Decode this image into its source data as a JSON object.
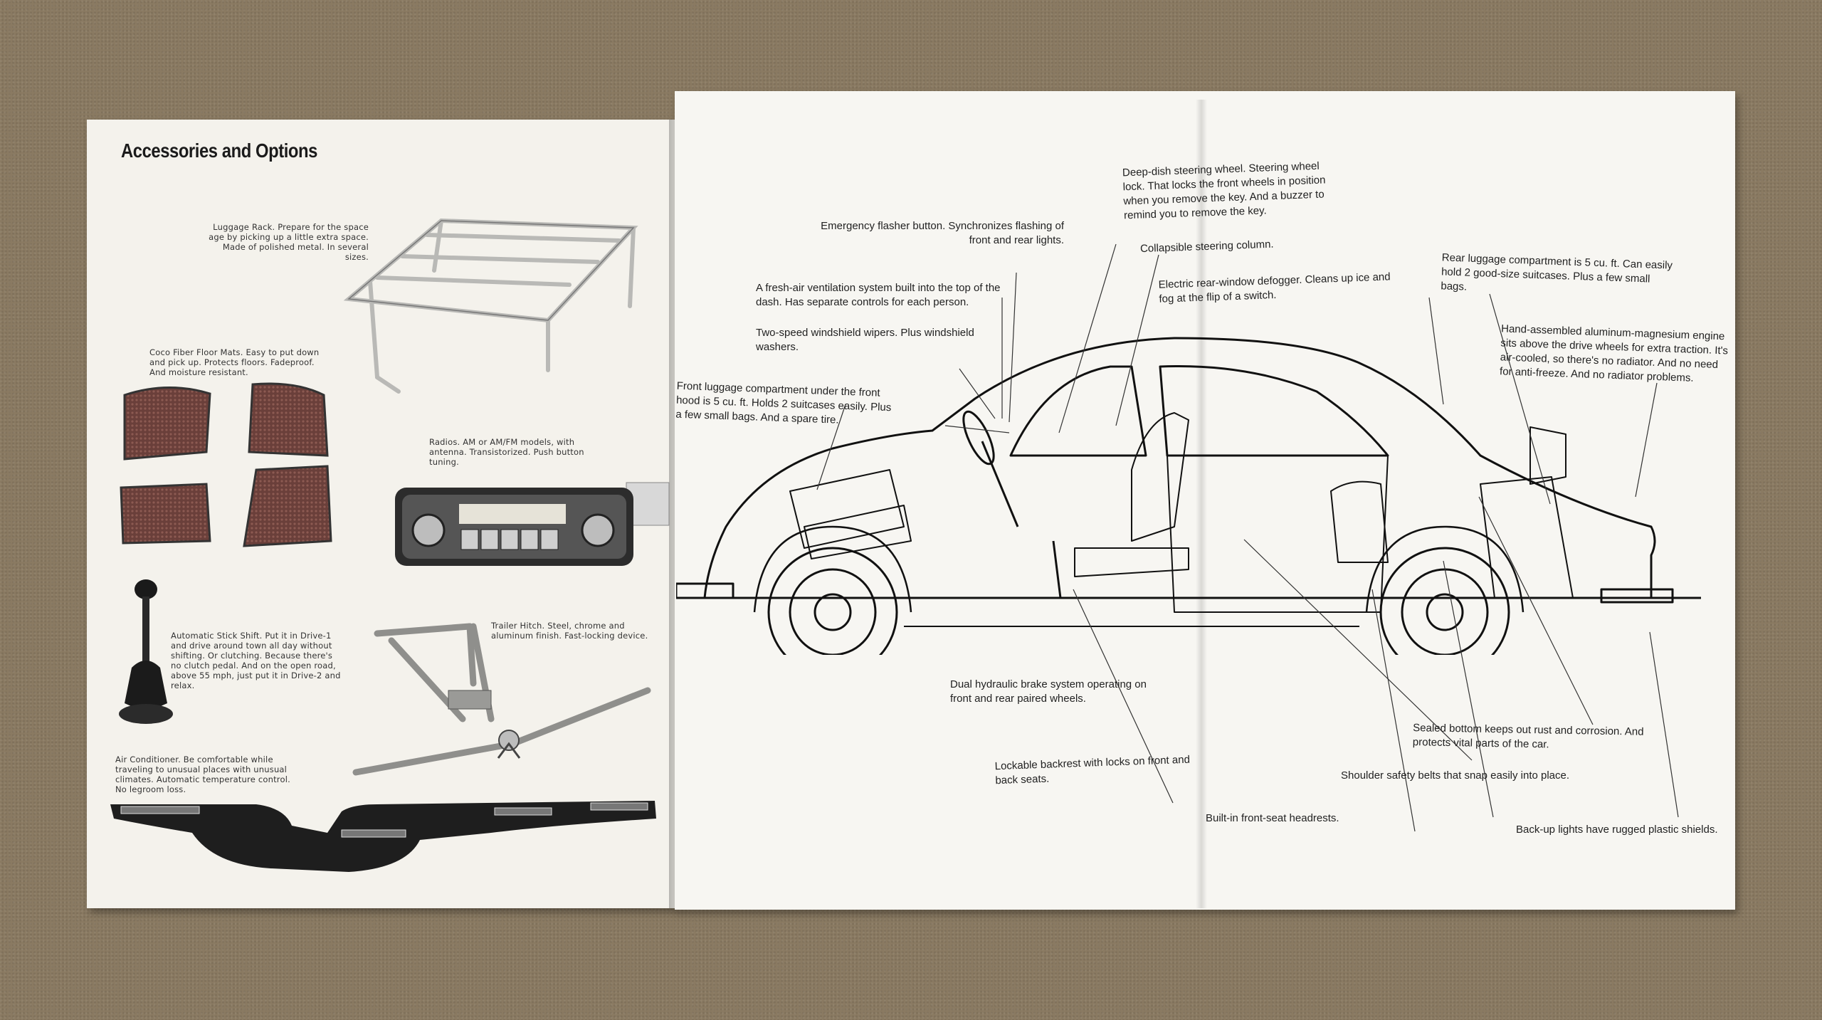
{
  "left_page": {
    "title": "Accessories and Options",
    "items": [
      {
        "id": "luggage-rack",
        "caption": "Luggage Rack. Prepare for the space age by picking up a little extra space. Made of polished metal. In several sizes."
      },
      {
        "id": "floor-mats",
        "caption": "Coco Fiber Floor Mats. Easy to put down and pick up. Protects floors. Fadeproof. And moisture resistant."
      },
      {
        "id": "radio",
        "caption": "Radios. AM or AM/FM models, with antenna. Transistorized. Push button tuning."
      },
      {
        "id": "stick-shift",
        "caption": "Automatic Stick Shift. Put it in Drive-1 and drive around town all day without shifting. Or clutching. Because there's no clutch pedal. And on the open road, above 55 mph, just put it in Drive-2 and relax."
      },
      {
        "id": "trailer-hitch",
        "caption": "Trailer Hitch. Steel, chrome and aluminum finish. Fast-locking device."
      },
      {
        "id": "air-conditioner",
        "caption": "Air Conditioner. Be comfortable while traveling to unusual places with unusual climates. Automatic temperature control. No legroom loss."
      }
    ]
  },
  "diagram_labels": {
    "steering": "Deep-dish steering wheel. Steering wheel lock. That locks the front wheels in position when you remove the key. And a buzzer to remind you to remove the key.",
    "collapsible": "Collapsible steering column.",
    "flasher": "Emergency flasher button. Synchronizes flashing of front and rear lights.",
    "ventilation": "A fresh-air ventilation system built into the top of the dash. Has separate controls for each person.",
    "wipers": "Two-speed windshield wipers. Plus windshield washers.",
    "front_luggage": "Front luggage compartment under the front hood is 5 cu. ft. Holds 2 suitcases easily. Plus a few small bags. And a spare tire.",
    "defogger": "Electric rear-window defogger. Cleans up ice and fog at the flip of a switch.",
    "rear_luggage": "Rear luggage compartment is 5 cu. ft. Can easily hold 2 good-size suitcases. Plus a few small bags.",
    "engine": "Hand-assembled aluminum-magnesium engine sits above the drive wheels for extra traction. It's air-cooled, so there's no radiator. And no need for anti-freeze. And no radiator problems.",
    "brakes": "Dual hydraulic brake system operating on front and rear paired wheels.",
    "backrest": "Lockable backrest with locks on front and back seats.",
    "headrests": "Built-in front-seat headrests.",
    "sealed": "Sealed bottom keeps out rust and corrosion. And protects vital parts of the car.",
    "belts": "Shoulder safety belts that snap easily into place.",
    "backup": "Back-up lights have rugged plastic shields."
  }
}
